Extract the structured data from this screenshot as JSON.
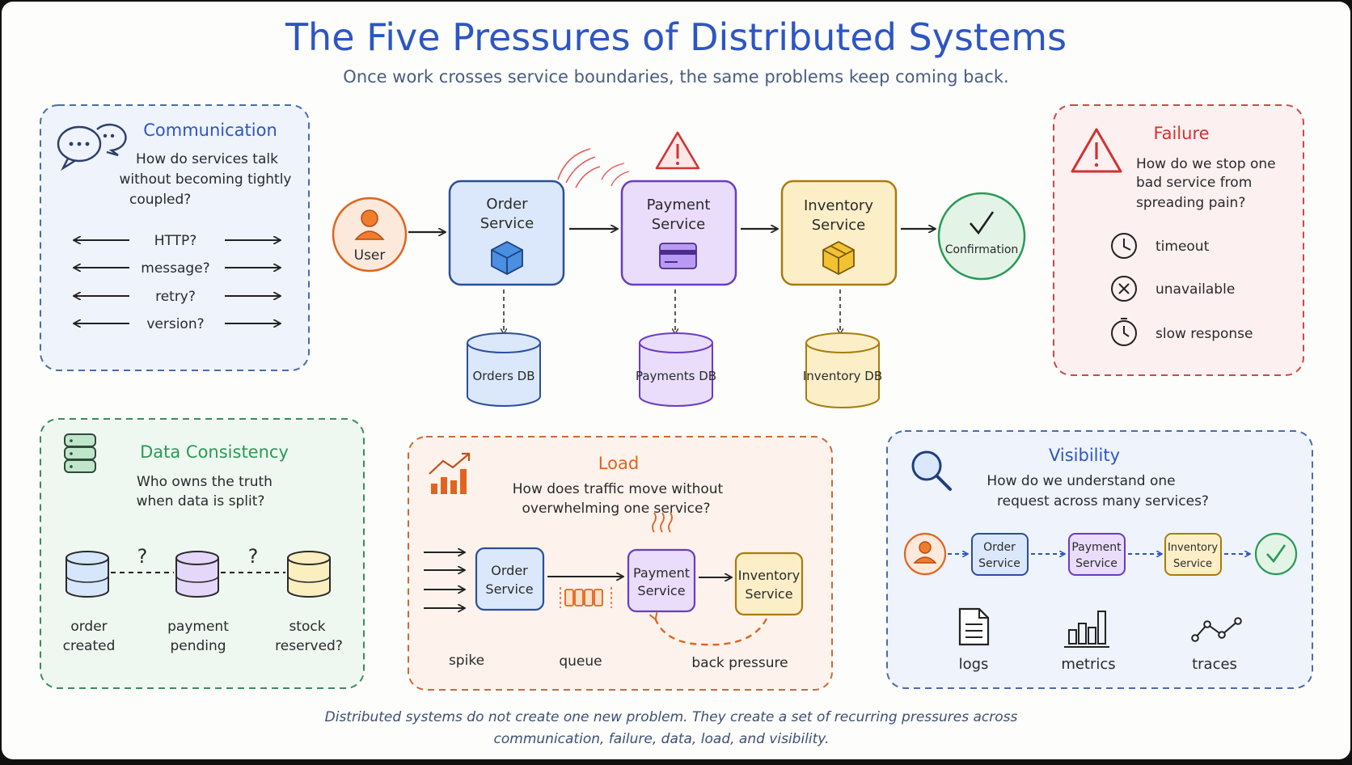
{
  "header": {
    "title": "The Five Pressures of Distributed Systems",
    "subtitle": "Once work crosses service boundaries, the same problems keep coming back."
  },
  "communication": {
    "title": "Communication",
    "question": [
      "How do services talk",
      "without becoming tightly",
      "coupled?"
    ],
    "items": [
      "HTTP?",
      "message?",
      "retry?",
      "version?"
    ]
  },
  "flow": {
    "user": "User",
    "order": [
      "Order",
      "Service"
    ],
    "payment": [
      "Payment",
      "Service"
    ],
    "inventory": [
      "Inventory",
      "Service"
    ],
    "confirmation": "Confirmation",
    "orders_db": "Orders DB",
    "payments_db": "Payments DB",
    "inventory_db": "Inventory DB"
  },
  "failure": {
    "title": "Failure",
    "question": [
      "How do we stop one",
      "bad service from",
      "spreading pain?"
    ],
    "items": [
      "timeout",
      "unavailable",
      "slow response"
    ]
  },
  "consistency": {
    "title": "Data Consistency",
    "question": [
      "Who owns the truth",
      "when data is split?"
    ],
    "q_mark": "?",
    "states": [
      [
        "order",
        "created"
      ],
      [
        "payment",
        "pending"
      ],
      [
        "stock",
        "reserved?"
      ]
    ]
  },
  "load": {
    "title": "Load",
    "question": [
      "How does traffic move without",
      "overwhelming one service?"
    ],
    "order": [
      "Order",
      "Service"
    ],
    "payment": [
      "Payment",
      "Service"
    ],
    "inventory": [
      "Inventory",
      "Service"
    ],
    "labels": [
      "spike",
      "queue",
      "back pressure"
    ]
  },
  "visibility": {
    "title": "Visibility",
    "question": [
      "How do we understand one",
      "request across many services?"
    ],
    "order": [
      "Order",
      "Service"
    ],
    "payment": [
      "Payment",
      "Service"
    ],
    "inventory": [
      "Inventory",
      "Service"
    ],
    "labels": [
      "logs",
      "metrics",
      "traces"
    ]
  },
  "footer": [
    "Distributed systems do not create one new problem. They create a set of recurring pressures across",
    "communication, failure, data, load, and visibility."
  ],
  "colors": {
    "blue": "#2d56c4",
    "purple": "#7a45d6",
    "yellow": "#d3a017",
    "orange": "#e0641f",
    "green": "#2a9a55",
    "red": "#d23232",
    "ink": "#2a2a2a"
  }
}
